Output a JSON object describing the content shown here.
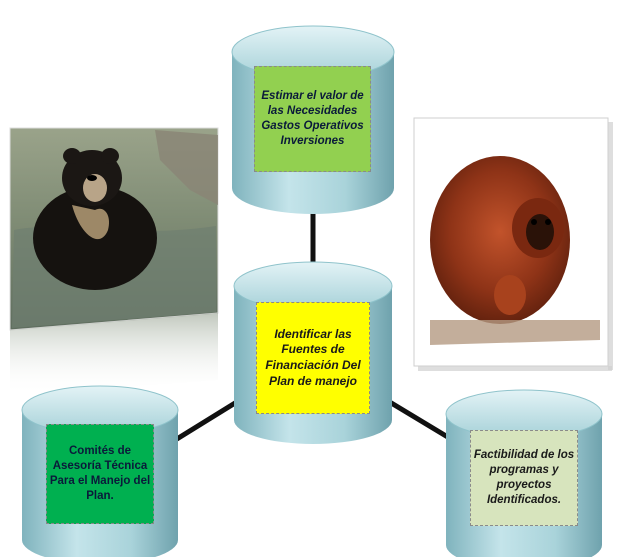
{
  "diagram": {
    "center_node": {
      "text": "Identificar las Fuentes de Financiación Del Plan de manejo",
      "fill": "#ffff00"
    },
    "top_node": {
      "text": "Estimar el valor de las Necesidades Gastos Operativos Inversiones",
      "fill": "#92d050"
    },
    "left_node": {
      "text": "Comités de Asesoría Técnica Para el Manejo del Plan.",
      "fill": "#00b050"
    },
    "right_node": {
      "text": "Factibilidad de los programas y proyectos Identificados.",
      "fill": "#d7e4bd"
    },
    "cylinder_color": "#b8dde3",
    "connector_color": "#111111"
  },
  "images": {
    "left_photo": "spectacled-bear-in-water",
    "right_photo": "red-howler-monkey"
  }
}
